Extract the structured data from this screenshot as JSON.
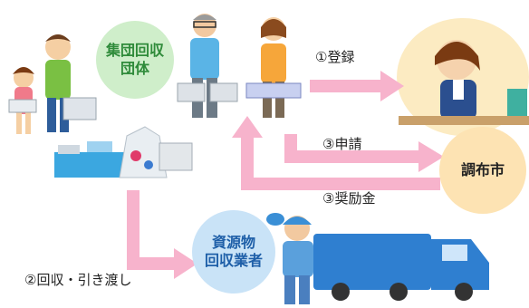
{
  "nodes": {
    "group": "集団回収\n団体",
    "recycler": "資源物\n回収業者",
    "city": "調布市"
  },
  "steps": {
    "register": "①登録",
    "apply": "③申請",
    "grant": "③奨励金",
    "collect": "②回収・引き渡し"
  },
  "colors": {
    "arrow": "#f7b3cc",
    "truck": "#2f7fd0",
    "group_circle": "#cfeeca",
    "recycler_circle": "#c9e3f7",
    "city_circle": "#fde3b3"
  },
  "icons": [
    "family-illustration",
    "elderly-man-icon",
    "woman-icon",
    "recycling-bins-icon",
    "city-staff-icon",
    "worker-icon",
    "truck-icon"
  ]
}
